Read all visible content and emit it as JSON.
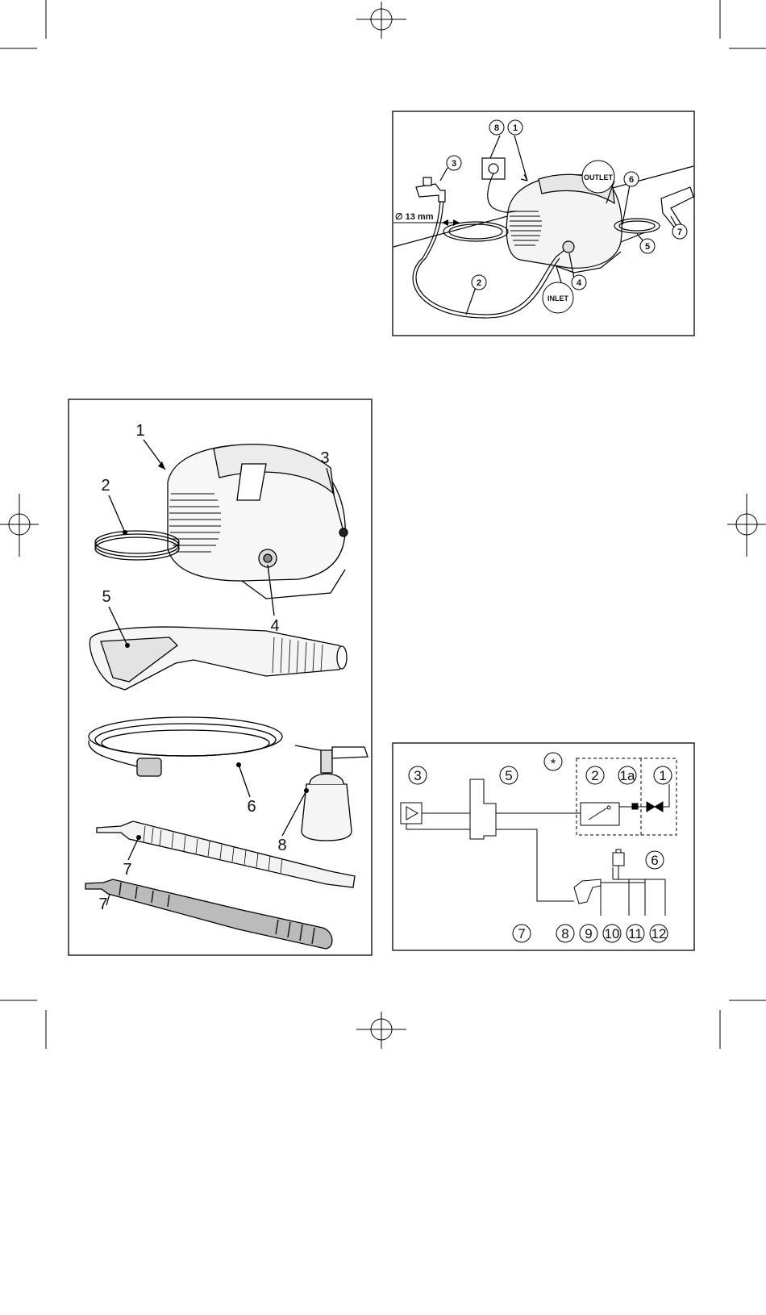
{
  "crop_marks": true,
  "diagram_top": {
    "callouts": [
      "8",
      "1",
      "3",
      "6",
      "7",
      "5",
      "4",
      "2"
    ],
    "outlet_label": "OUTLET",
    "inlet_label": "INLET",
    "diameter_label": "∅ 13 mm"
  },
  "diagram_parts": {
    "labels": [
      "1",
      "2",
      "3",
      "4",
      "5",
      "6",
      "7",
      "8",
      "7"
    ]
  },
  "diagram_schematic": {
    "star_label": "*",
    "callouts": [
      "3",
      "5",
      "2",
      "1a",
      "1",
      "6",
      "7",
      "8",
      "9",
      "10",
      "11",
      "12"
    ]
  }
}
